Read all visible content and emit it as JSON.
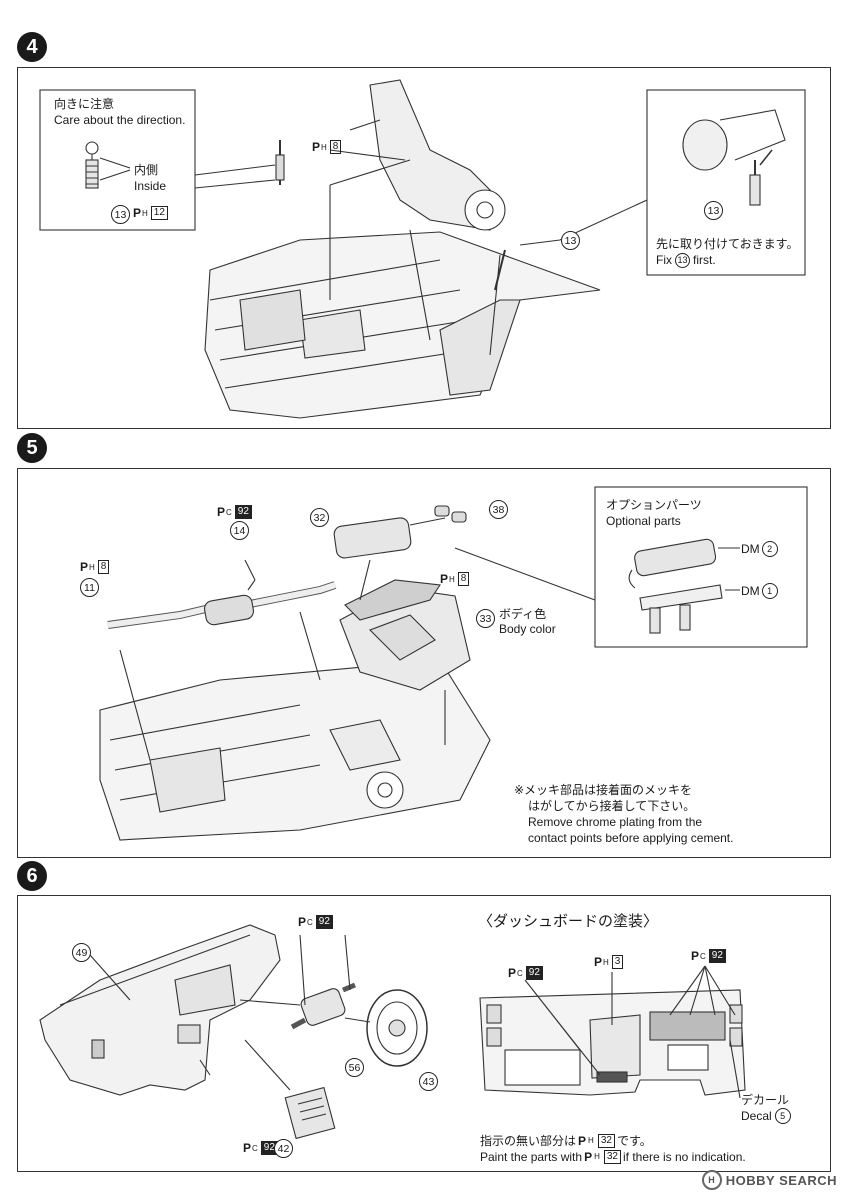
{
  "step4": {
    "number": "4",
    "inset_left": {
      "jp": "向きに注意",
      "en": "Care about the direction.",
      "label_jp": "内側",
      "label_en": "Inside",
      "part": "13",
      "pref": "P",
      "pref_sub": "H",
      "pref_num": "12"
    },
    "main": {
      "pref": "P",
      "pref_sub": "H",
      "pref_num": "8",
      "part": "13"
    },
    "inset_right": {
      "part": "13",
      "jp": "先に取り付けておきます。",
      "en_prefix": "Fix",
      "en_part": "13",
      "en_suffix": "first."
    }
  },
  "step5": {
    "number": "5",
    "pc92": {
      "pref": "P",
      "pref_sub": "C",
      "pref_num": "92"
    },
    "part14": "14",
    "ph8_left": {
      "pref": "P",
      "pref_sub": "H",
      "pref_num": "8"
    },
    "part11": "11",
    "part32": "32",
    "part38": "38",
    "ph8_right": {
      "pref": "P",
      "pref_sub": "H",
      "pref_num": "8"
    },
    "part33": "33",
    "body_color_jp": "ボディ色",
    "body_color_en": "Body color",
    "optional": {
      "jp": "オプションパーツ",
      "en": "Optional parts",
      "dm2_label": "DM",
      "dm2_num": "2",
      "dm1_label": "DM",
      "dm1_num": "1"
    },
    "note": {
      "line1": "※メッキ部品は接着面のメッキを",
      "line2": "はがしてから接着して下さい。",
      "line3": "Remove chrome plating from the",
      "line4": "contact points before applying cement."
    }
  },
  "step6": {
    "number": "6",
    "part49": "49",
    "pc92_top": {
      "pref": "P",
      "pref_sub": "C",
      "pref_num": "92"
    },
    "part56": "56",
    "part43": "43",
    "pc92_bottom": {
      "pref": "P",
      "pref_sub": "C",
      "pref_num": "92"
    },
    "part42": "42",
    "dash_title": "〈ダッシュボードの塗装〉",
    "dash_pc92_left": {
      "pref": "P",
      "pref_sub": "C",
      "pref_num": "92"
    },
    "dash_ph3": {
      "pref": "P",
      "pref_sub": "H",
      "pref_num": "3"
    },
    "dash_pc92_right": {
      "pref": "P",
      "pref_sub": "C",
      "pref_num": "92"
    },
    "decal_jp": "デカール",
    "decal_en": "Decal",
    "decal_num": "5",
    "footer_jp_prefix": "指示の無い部分は",
    "footer_jp_suffix": "です。",
    "footer_en_prefix": "Paint the parts with",
    "footer_en_suffix": "if there is no indication.",
    "footer_pref": "P",
    "footer_pref_sub": "H",
    "footer_pref_num": "32"
  },
  "watermark": "HOBBY SEARCH"
}
